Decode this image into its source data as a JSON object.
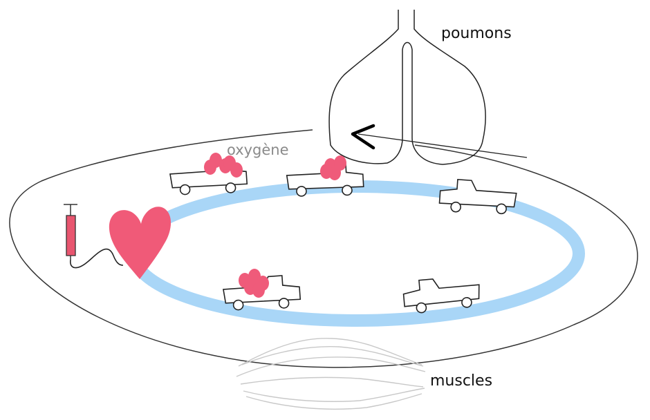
{
  "labels": {
    "lungs": "poumons",
    "oxygen": "oxygène",
    "muscles": "muscles"
  },
  "colors": {
    "blood_loop": "#a9d6f7",
    "heart": "#f05a78",
    "oxygen_cells": "#ef5b7a",
    "oxygen_label": "#8a8a8a",
    "syringe": "#e8556f",
    "outline": "#222222",
    "muscle_fibers": "#c8c8c8"
  },
  "icons": {
    "heart": "heart-icon",
    "syringe": "syringe-icon",
    "truck": "truck-icon",
    "lungs": "lungs-icon",
    "arrow": "arrow-left-icon"
  },
  "trucks": [
    {
      "id": "truck-top-left",
      "carries_oxygen": true
    },
    {
      "id": "truck-top-middle",
      "carries_oxygen": true
    },
    {
      "id": "truck-top-right",
      "carries_oxygen": false
    },
    {
      "id": "truck-bottom-left",
      "carries_oxygen": true
    },
    {
      "id": "truck-bottom-right",
      "carries_oxygen": false
    }
  ]
}
